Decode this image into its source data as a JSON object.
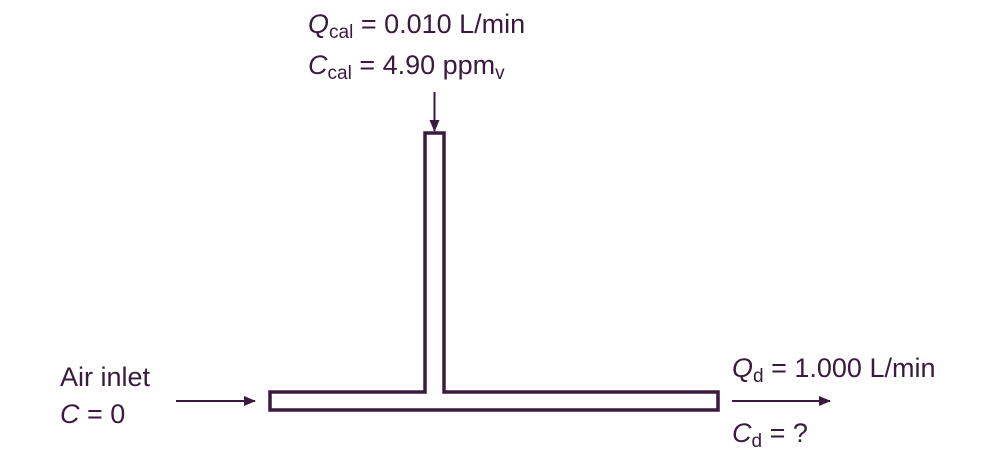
{
  "calibration": {
    "q_symbol": "Q",
    "q_subscript": "cal",
    "q_value": "= 0.010 L/min",
    "c_symbol": "C",
    "c_subscript": "cal",
    "c_value": "= 4.90 ppm",
    "c_value_subscript": "v"
  },
  "inlet": {
    "title": "Air inlet",
    "c_symbol": "C",
    "c_value": "= 0"
  },
  "outlet": {
    "q_symbol": "Q",
    "q_subscript": "d",
    "q_value": "= 1.000 L/min",
    "c_symbol": "C",
    "c_subscript": "d",
    "c_value": "= ?"
  },
  "colors": {
    "ink": "#3b1a3f",
    "background": "#ffffff"
  }
}
